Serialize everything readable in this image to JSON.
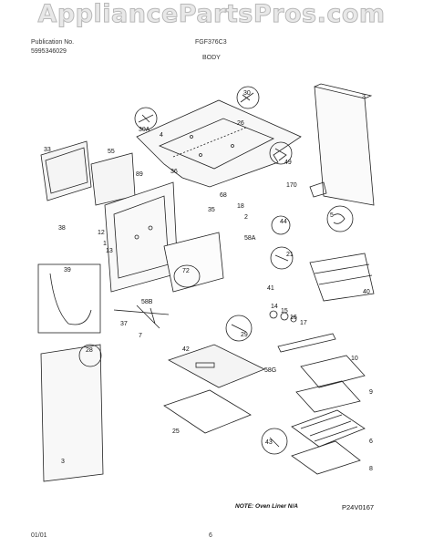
{
  "watermark": "AppliancePartsPros.com",
  "header": {
    "publication_label": "Publication No.",
    "publication_no": "5995346029",
    "model": "FGF376C3",
    "section": "BODY"
  },
  "footer": {
    "date": "01/01",
    "page": "6",
    "note": "NOTE: Oven Liner N/A",
    "figure_code": "P24V0167"
  },
  "callouts": {
    "c30": "30",
    "c30A": "30A",
    "c26": "26",
    "c4": "4",
    "c49": "49",
    "c3": "3",
    "c33": "33",
    "c55": "55",
    "c89": "89",
    "c36": "36",
    "c170": "170",
    "c5": "5",
    "c38": "38",
    "c68": "68",
    "c18": "18",
    "c35": "35",
    "c2": "2",
    "c44": "44",
    "c12": "12",
    "c13": "13",
    "c1": "1",
    "c58A": "58A",
    "c21": "21",
    "c39": "39",
    "c72": "72",
    "c40": "40",
    "c41": "41",
    "c58B": "58B",
    "c14": "14",
    "c15": "15",
    "c16": "16",
    "c17": "17",
    "c37": "37",
    "c7": "7",
    "c29": "29",
    "c42": "42",
    "c28": "28",
    "c10": "10",
    "c58G": "58G",
    "c9": "9",
    "c25": "25",
    "c43": "43",
    "c6": "6",
    "c8": "8",
    "c3b": "3"
  }
}
